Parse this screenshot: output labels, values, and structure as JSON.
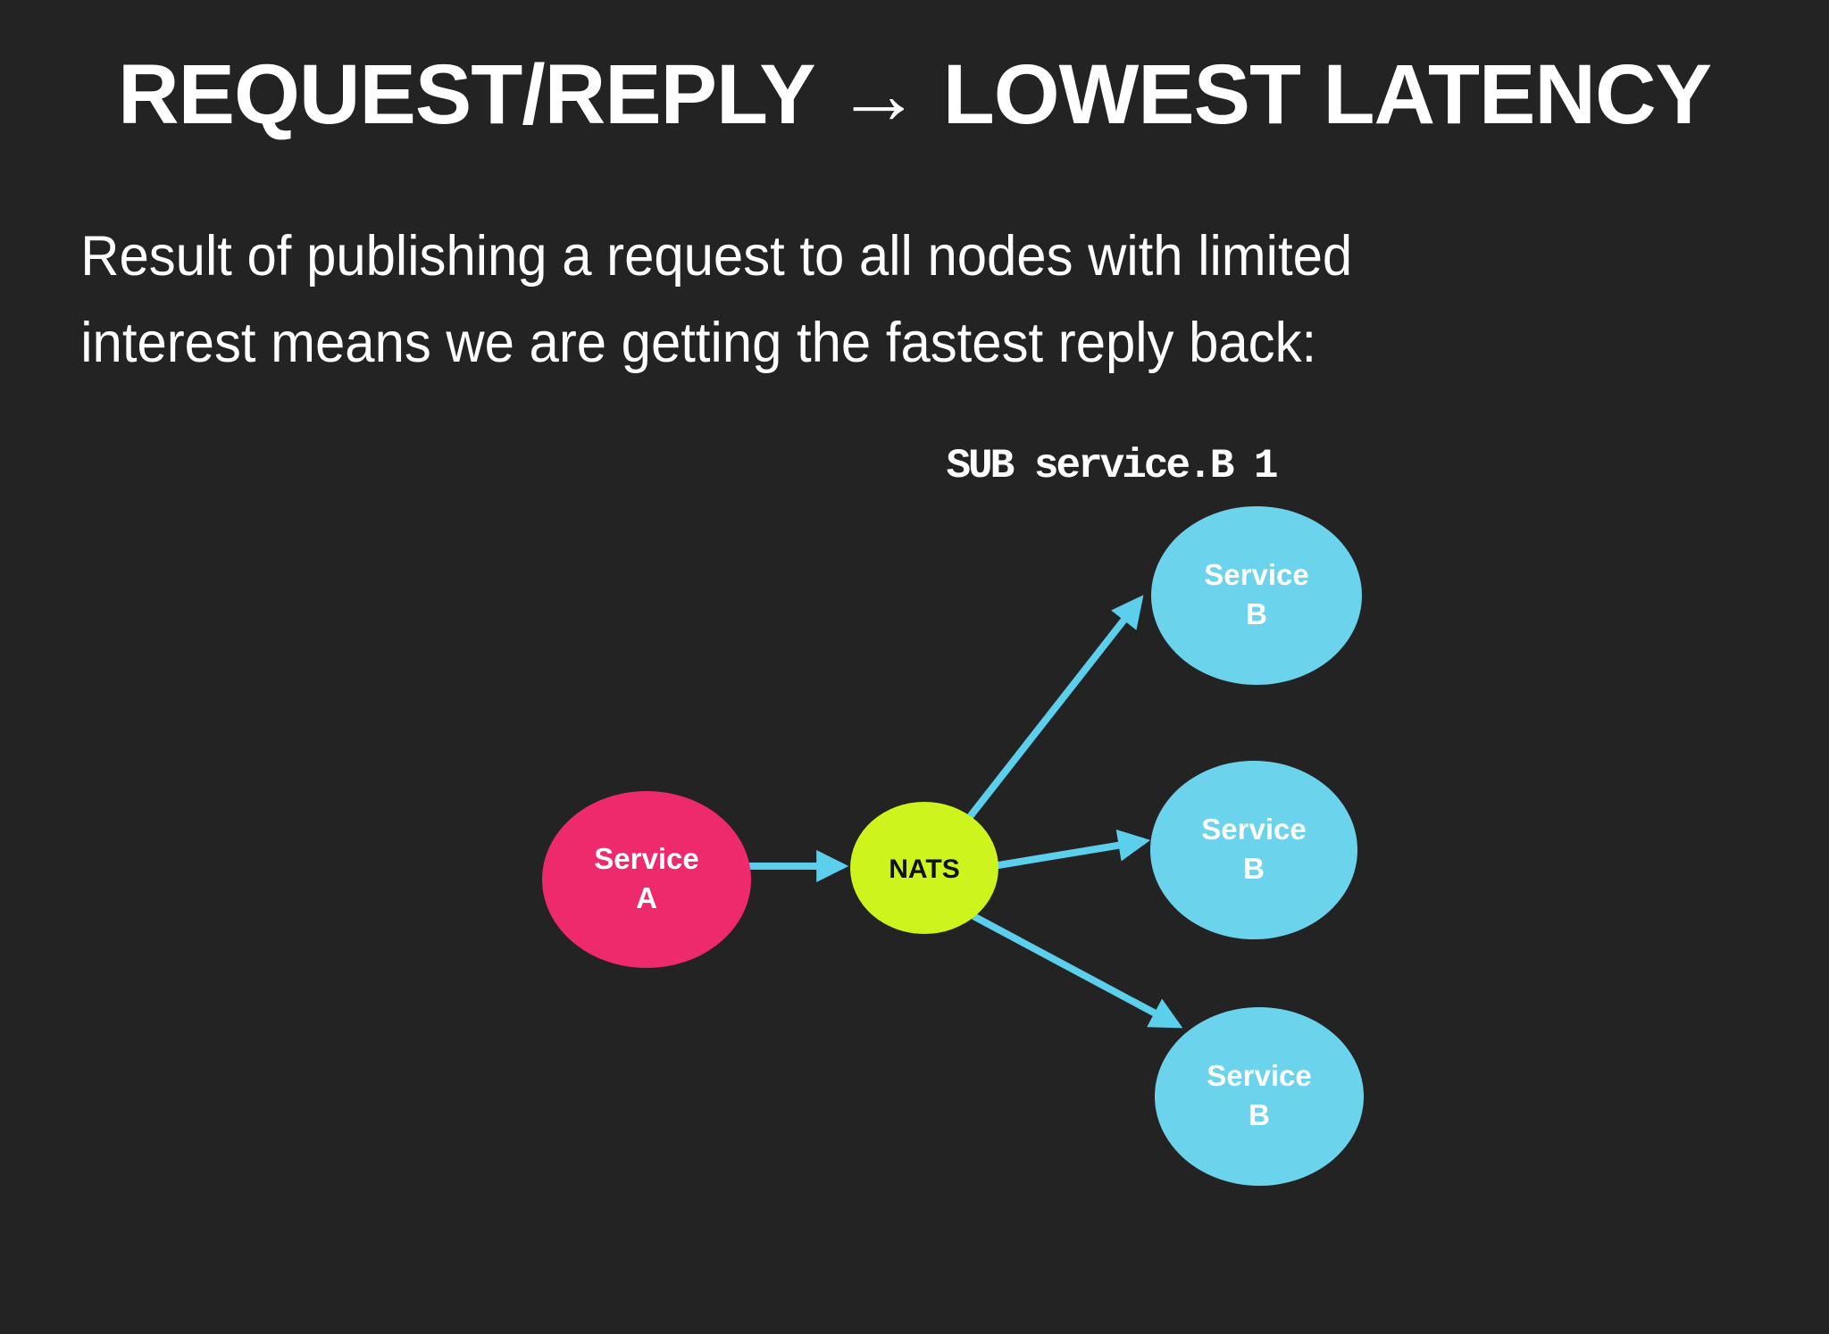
{
  "slide": {
    "background_color": "#232323",
    "text_color": "#FFFFFF",
    "title": "REQUEST/REPLY → LOWEST LATENCY",
    "subtitle_line1": "Result of publishing a request to all nodes with limited",
    "subtitle_line2": "interest means we are getting the fastest reply back:"
  },
  "diagram": {
    "annotation": "SUB service.B 1",
    "arrow_color": "#5BCFEC",
    "nodes": {
      "service_a": {
        "line1": "Service",
        "line2": "A",
        "fill": "#EF2A6C",
        "text_color": "#FFFFFF"
      },
      "nats": {
        "line1": "NATS",
        "fill": "#CDF51D",
        "text_color": "#111111"
      },
      "service_b_top": {
        "line1": "Service",
        "line2": "B",
        "fill": "#6BD4EC",
        "text_color": "#FFFFFF"
      },
      "service_b_middle": {
        "line1": "Service",
        "line2": "B",
        "fill": "#6BD4EC",
        "text_color": "#FFFFFF"
      },
      "service_b_bottom": {
        "line1": "Service",
        "line2": "B",
        "fill": "#6BD4EC",
        "text_color": "#FFFFFF"
      }
    },
    "edges": [
      {
        "from": "service_a",
        "to": "nats"
      },
      {
        "from": "nats",
        "to": "service_b_top"
      },
      {
        "from": "nats",
        "to": "service_b_middle"
      },
      {
        "from": "nats",
        "to": "service_b_bottom"
      }
    ]
  }
}
